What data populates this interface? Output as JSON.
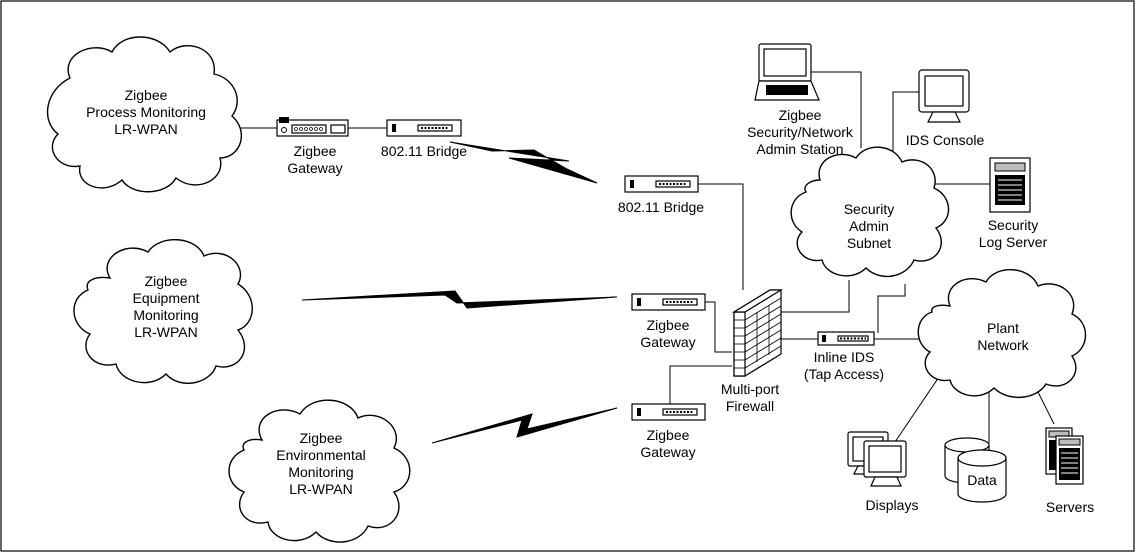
{
  "clouds": {
    "process": [
      "Zigbee",
      "Process Monitoring",
      "LR-WPAN"
    ],
    "equipment": [
      "Zigbee",
      "Equipment",
      "Monitoring",
      "LR-WPAN"
    ],
    "environmental": [
      "Zigbee",
      "Environmental",
      "Monitoring",
      "LR-WPAN"
    ],
    "security_admin": [
      "Security",
      "Admin",
      "Subnet"
    ],
    "plant": [
      "Plant",
      "Network"
    ]
  },
  "devices": {
    "gateway_top": [
      "Zigbee",
      "Gateway"
    ],
    "bridge_left": [
      "802.11 Bridge"
    ],
    "bridge_right": [
      "802.11 Bridge"
    ],
    "admin_station": [
      "Zigbee",
      "Security/Network",
      "Admin Station"
    ],
    "ids_console": [
      "IDS Console"
    ],
    "log_server": [
      "Security",
      "Log Server"
    ],
    "gateway_mid": [
      "Zigbee",
      "Gateway"
    ],
    "gateway_low": [
      "Zigbee",
      "Gateway"
    ],
    "firewall": [
      "Multi-port",
      "Firewall"
    ],
    "inline_ids": [
      "Inline IDS",
      "(Tap Access)"
    ],
    "displays": [
      "Displays"
    ],
    "data": [
      "Data"
    ],
    "servers": [
      "Servers"
    ]
  }
}
